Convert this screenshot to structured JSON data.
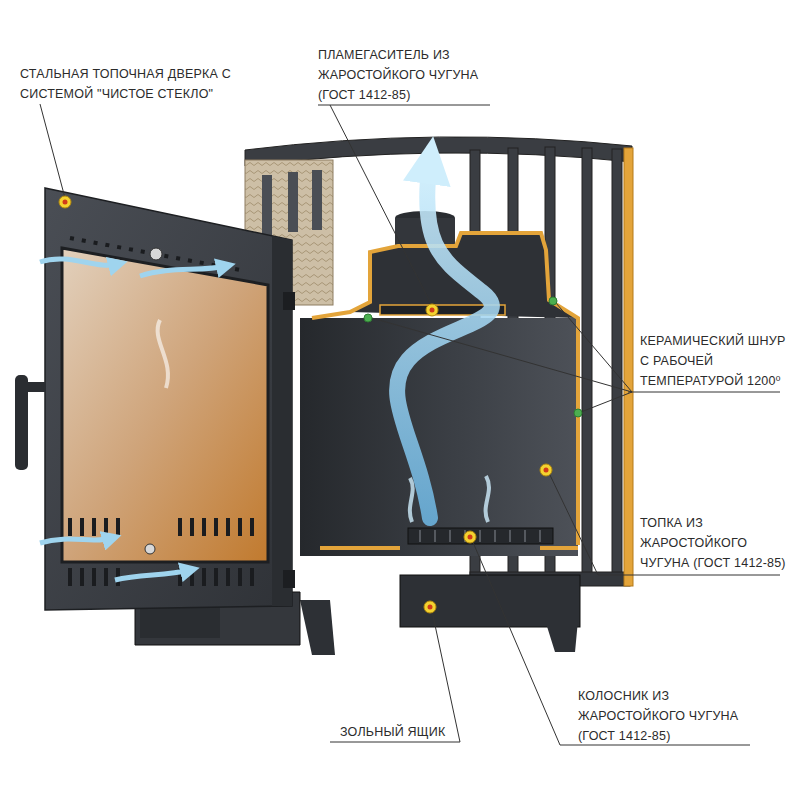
{
  "diagram": {
    "labels": [
      "СТАЛЬНАЯ ТОПОЧНАЯ ДВЕРКА С СИСТЕМОЙ \"ЧИСТОЕ СТЕКЛО\"",
      "ПЛАМЕГАСИТЕЛЬ ИЗ ЖАРОСТОЙКОГО ЧУГУНА (ГОСТ 1412-85)",
      "КЕРАМИЧЕСКИЙ ШНУР С РАБОЧЕЙ ТЕМПЕРАТУРОЙ 1200⁰",
      "ТОПКА ИЗ ЖАРОСТОЙКОГО ЧУГУНА (ГОСТ 1412-85)",
      "КОЛОСНИК ИЗ ЖАРОСТОЙКОГО ЧУГУНА (ГОСТ 1412-85)",
      "ЗОЛЬНЫЙ ЯЩИК"
    ]
  }
}
